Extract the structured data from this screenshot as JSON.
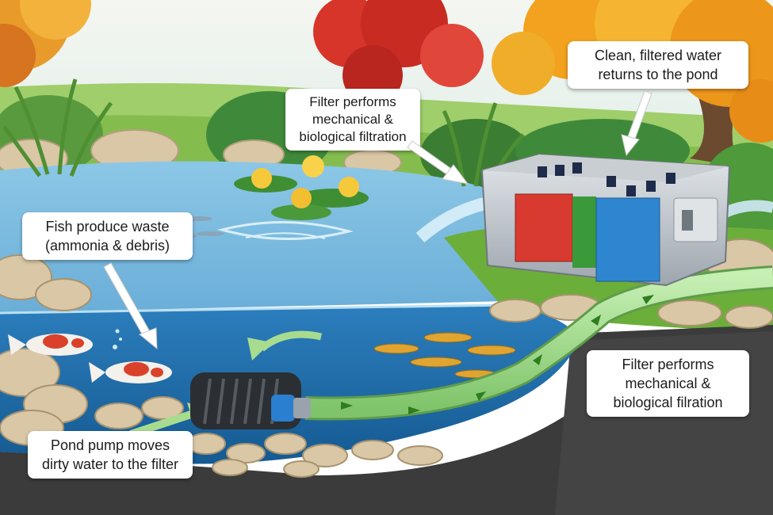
{
  "callouts": {
    "filter_top": {
      "line1": "Filter performs",
      "line2": "mechanical &",
      "line3": "biological filtration"
    },
    "clean_water": {
      "line1": "Clean, filtered water",
      "line2": "returns to the pond"
    },
    "fish_waste": {
      "line1": "Fish produce waste",
      "line2": "(ammonia & debris)"
    },
    "pump": {
      "line1": "Pond pump moves",
      "line2": "dirty water to the filter"
    },
    "filter_bottom": {
      "line1": "Filter performs",
      "line2": "mechanical &",
      "line3": "biological filration"
    }
  },
  "colors": {
    "sky": "#eef4f2",
    "pond_surface": "#6fb3dc",
    "pond_deep": "#1f6fae",
    "ground": "#3b3b3b",
    "grass": "#6cae3a",
    "hose": "#9fd98a",
    "flow_arrow": "#2e7d1f",
    "filter_red": "#d93a2f",
    "filter_blue": "#2f86d0",
    "filter_green": "#3a9a3a",
    "autumn_red": "#d8352a",
    "autumn_orange": "#f2a21e",
    "koi_red": "#d9412a",
    "small_fish": "#e0a432"
  }
}
